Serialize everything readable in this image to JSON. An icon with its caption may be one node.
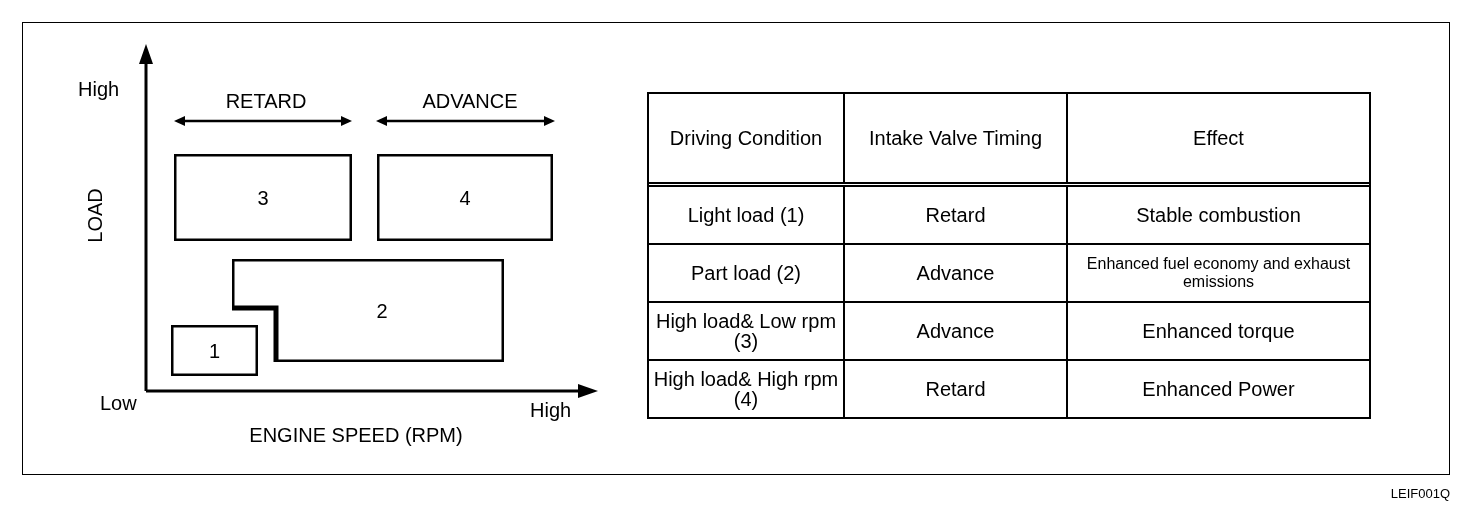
{
  "diagram": {
    "nodes": [
      {
        "text": [
          "3"
        ]
      },
      {
        "text": [
          "4"
        ]
      },
      {
        "text": [
          "2"
        ]
      },
      {
        "text": [
          "1"
        ]
      }
    ],
    "labels": [
      "High",
      "RETARD",
      "ADVANCE",
      "LOAD",
      "Low",
      "High",
      "ENGINE SPEED (RPM)",
      "Driving Condition",
      "Intake Valve Timing",
      "Effect",
      "Light load (1)",
      "Retard",
      "Stable combustion",
      "Part load (2)",
      "Advance",
      "Enhanced fuel economy and exhaust emissions",
      "High load& Low rpm (3)",
      "Advance",
      "Enhanced torque",
      "High load& High rpm (4)",
      "Retard",
      "Enhanced Power",
      "LEIF001Q"
    ]
  }
}
